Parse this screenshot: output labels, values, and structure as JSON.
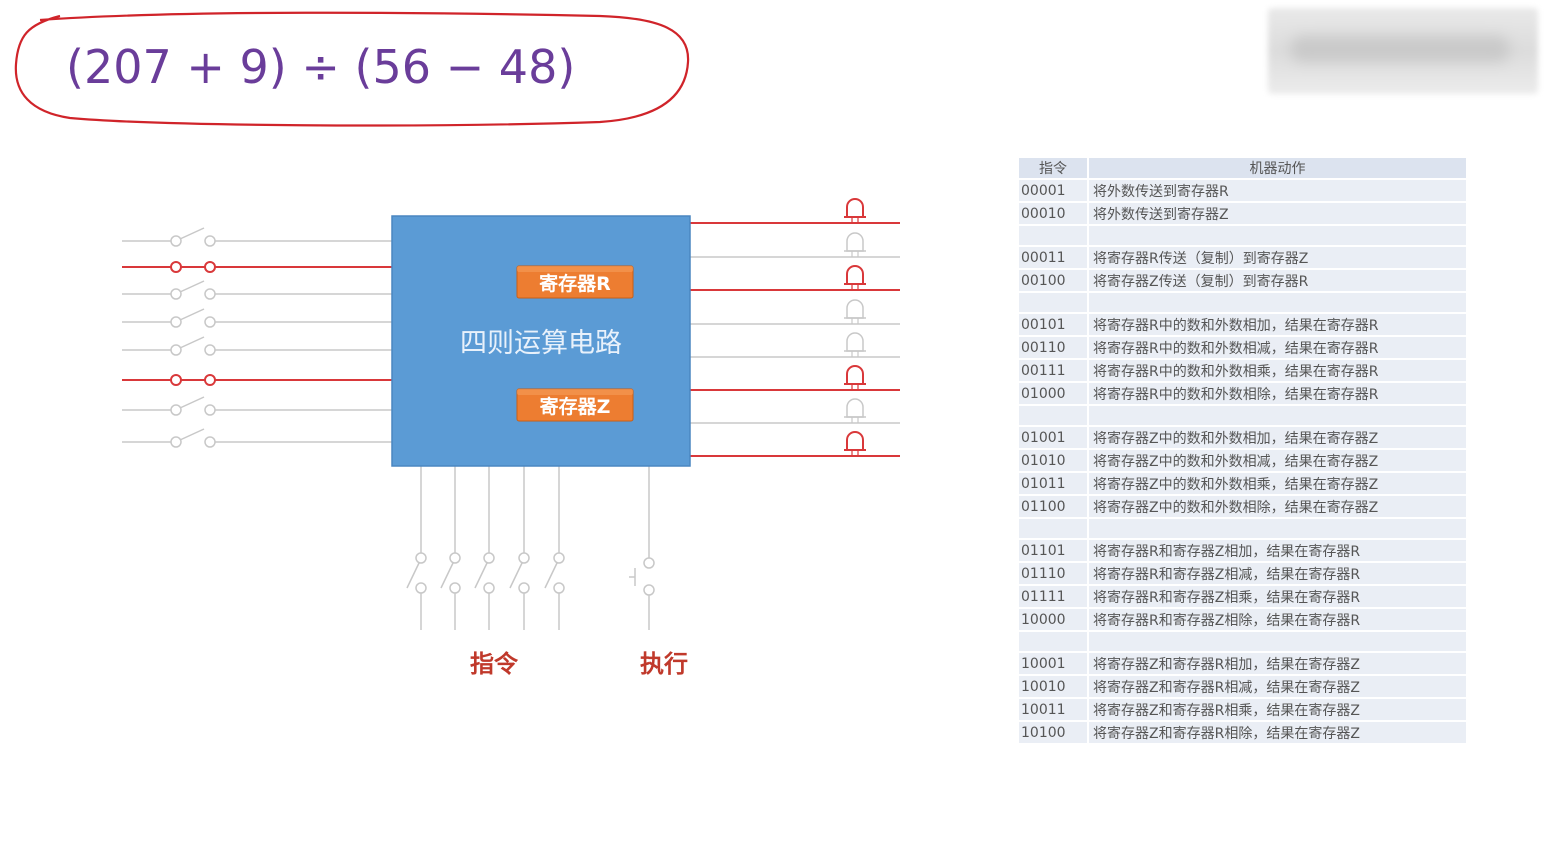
{
  "expression": "(207 + 9) ÷ (56 − 48)",
  "circuit": {
    "block_label": "四则运算电路",
    "register_r": "寄存器R",
    "register_z": "寄存器Z",
    "instruction_caption": "指令",
    "execute_caption": "执行",
    "input_switch_states": [
      false,
      true,
      false,
      false,
      false,
      true,
      false,
      false
    ],
    "output_lamp_states": [
      true,
      false,
      true,
      false,
      false,
      true,
      false,
      true
    ],
    "instruction_switch_count": 5
  },
  "colors": {
    "block": "#5b9bd5",
    "register_chip": "#ed7d31",
    "active_wire": "#d9383a",
    "inactive_wire": "#c8c8c8",
    "expression_text": "#6a3d9a",
    "expression_outline": "#d0242a"
  },
  "table": {
    "headers": [
      "指令",
      "机器动作"
    ],
    "rows": [
      {
        "code": "00001",
        "action": "将外数传送到寄存器R"
      },
      {
        "code": "00010",
        "action": "将外数传送到寄存器Z"
      },
      {
        "code": "",
        "action": ""
      },
      {
        "code": "00011",
        "action": "将寄存器R传送（复制）到寄存器Z"
      },
      {
        "code": "00100",
        "action": "将寄存器Z传送（复制）到寄存器R"
      },
      {
        "code": "",
        "action": ""
      },
      {
        "code": "00101",
        "action": "将寄存器R中的数和外数相加，结果在寄存器R"
      },
      {
        "code": "00110",
        "action": "将寄存器R中的数和外数相减，结果在寄存器R"
      },
      {
        "code": "00111",
        "action": "将寄存器R中的数和外数相乘，结果在寄存器R"
      },
      {
        "code": "01000",
        "action": "将寄存器R中的数和外数相除，结果在寄存器R"
      },
      {
        "code": "",
        "action": ""
      },
      {
        "code": "01001",
        "action": "将寄存器Z中的数和外数相加，结果在寄存器Z"
      },
      {
        "code": "01010",
        "action": "将寄存器Z中的数和外数相减，结果在寄存器Z"
      },
      {
        "code": "01011",
        "action": "将寄存器Z中的数和外数相乘，结果在寄存器Z"
      },
      {
        "code": "01100",
        "action": "将寄存器Z中的数和外数相除，结果在寄存器Z"
      },
      {
        "code": "",
        "action": ""
      },
      {
        "code": "01101",
        "action": "将寄存器R和寄存器Z相加，结果在寄存器R"
      },
      {
        "code": "01110",
        "action": "将寄存器R和寄存器Z相减，结果在寄存器R"
      },
      {
        "code": "01111",
        "action": "将寄存器R和寄存器Z相乘，结果在寄存器R"
      },
      {
        "code": "10000",
        "action": "将寄存器R和寄存器Z相除，结果在寄存器R"
      },
      {
        "code": "",
        "action": ""
      },
      {
        "code": "10001",
        "action": "将寄存器Z和寄存器R相加，结果在寄存器Z"
      },
      {
        "code": "10010",
        "action": "将寄存器Z和寄存器R相减，结果在寄存器Z"
      },
      {
        "code": "10011",
        "action": "将寄存器Z和寄存器R相乘，结果在寄存器Z"
      },
      {
        "code": "10100",
        "action": "将寄存器Z和寄存器R相除，结果在寄存器Z"
      }
    ]
  }
}
